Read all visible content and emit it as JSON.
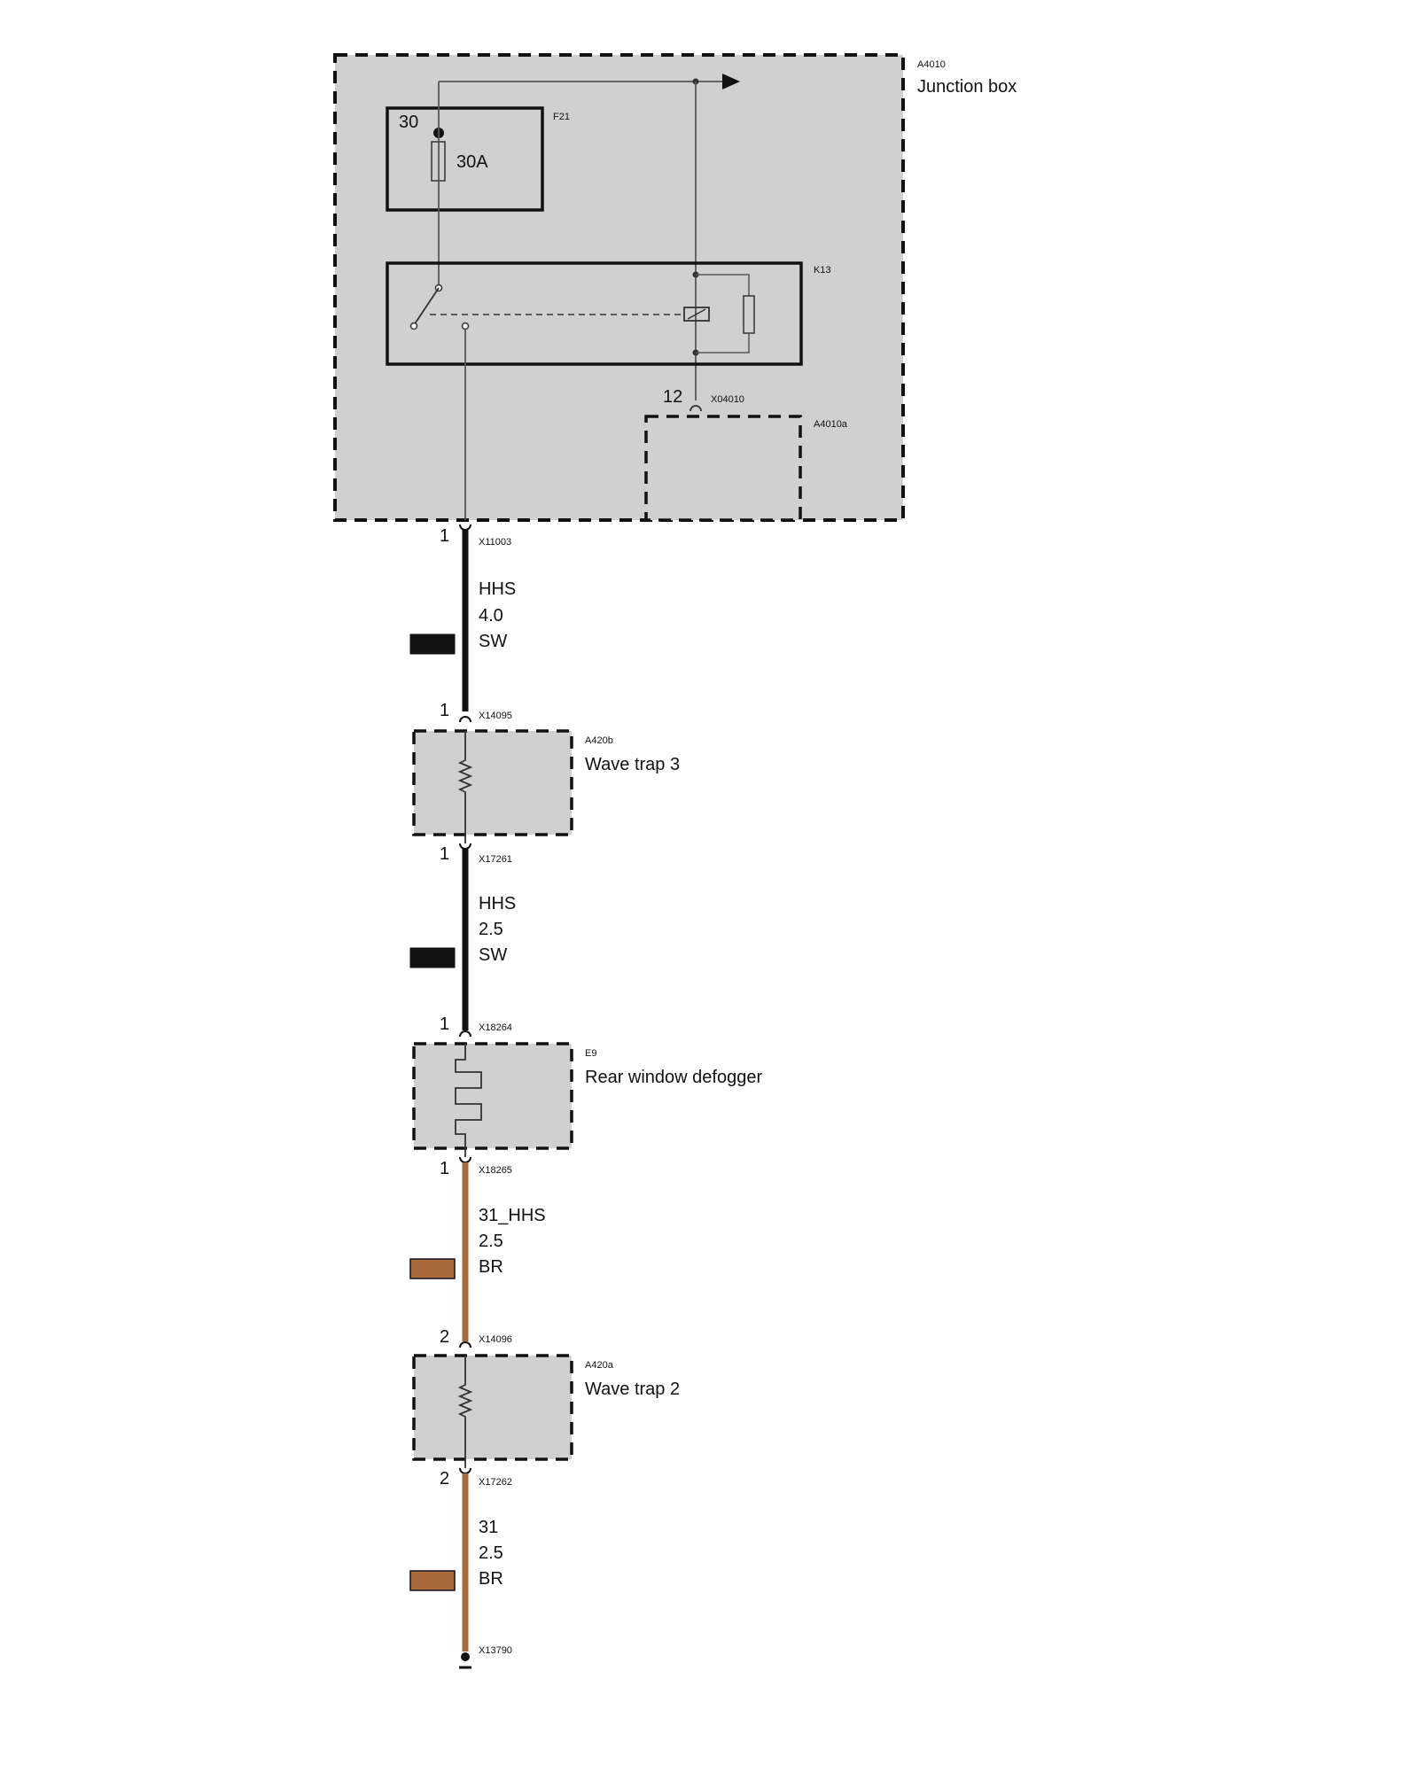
{
  "junction_box": {
    "id": "A4010",
    "name": "Junction box",
    "sub_id": "A4010a"
  },
  "fuse": {
    "id": "F21",
    "terminal": "30",
    "rating": "30A"
  },
  "relay": {
    "id": "K13"
  },
  "junction_connector": {
    "id": "X04010",
    "pin": "12"
  },
  "wave_trap_3": {
    "id": "A420b",
    "name": "Wave trap 3"
  },
  "defogger": {
    "id": "E9",
    "name": "Rear window defogger"
  },
  "wave_trap_2": {
    "id": "A420a",
    "name": "Wave trap 2"
  },
  "connectors": {
    "c1": {
      "id": "X11003",
      "pin": "1"
    },
    "c2": {
      "id": "X14095",
      "pin": "1"
    },
    "c3": {
      "id": "X17261",
      "pin": "1"
    },
    "c4": {
      "id": "X18264",
      "pin": "1"
    },
    "c5": {
      "id": "X18265",
      "pin": "1"
    },
    "c6": {
      "id": "X14096",
      "pin": "2"
    },
    "c7": {
      "id": "X17262",
      "pin": "2"
    },
    "ground": {
      "id": "X13790"
    }
  },
  "wires": {
    "w1": {
      "signal": "HHS",
      "gauge": "4.0",
      "color_code": "SW",
      "color": "#111111"
    },
    "w2": {
      "signal": "HHS",
      "gauge": "2.5",
      "color_code": "SW",
      "color": "#111111"
    },
    "w3": {
      "signal": "31_HHS",
      "gauge": "2.5",
      "color_code": "BR",
      "color": "#a8693a"
    },
    "w4": {
      "signal": "31",
      "gauge": "2.5",
      "color_code": "BR",
      "color": "#a8693a"
    }
  }
}
